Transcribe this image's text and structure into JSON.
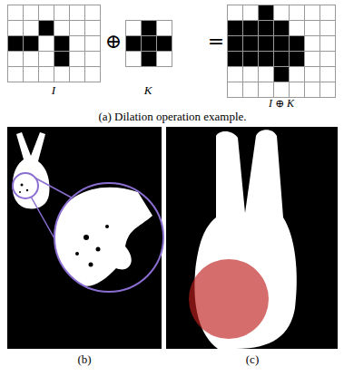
{
  "diagram": {
    "labels": [
      "⊕",
      "=",
      "I",
      "K",
      "I ⊕ K",
      "(a) Dilation operation example.",
      "(b)",
      "(c)"
    ]
  }
}
